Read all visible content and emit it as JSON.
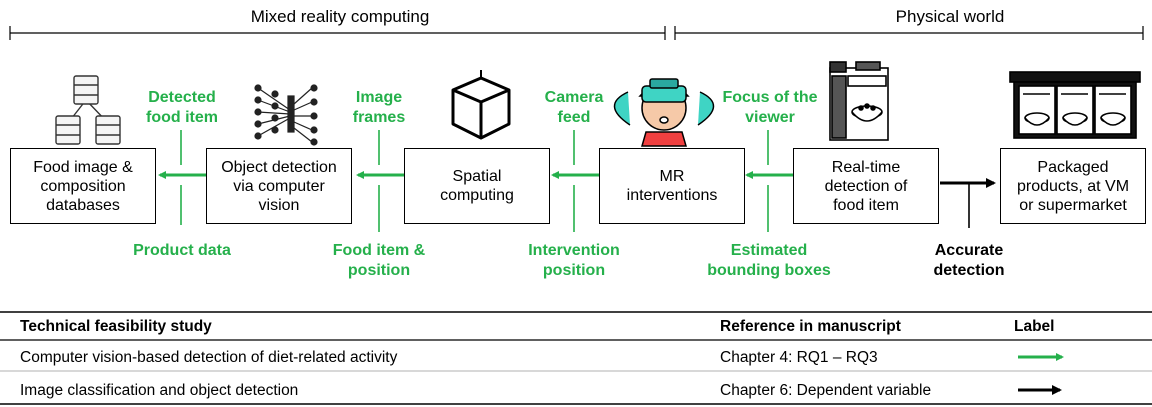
{
  "headers": {
    "mixed_reality": "Mixed reality computing",
    "physical_world": "Physical world"
  },
  "boxes": {
    "food_db": "Food image & composition databases",
    "object_detection": "Object detection via computer vision",
    "spatial": "Spatial computing",
    "mr_interventions": "MR interventions",
    "realtime": "Real-time detection of food item",
    "packaged": "Packaged products, at VM or supermarket"
  },
  "flow_labels": {
    "detected_food_item": "Detected food item",
    "image_frames": "Image frames",
    "camera_feed": "Camera feed",
    "focus_of_viewer": "Focus of the viewer",
    "product_data": "Product data",
    "food_item_position": "Food item & position",
    "intervention_position": "Intervention position",
    "estimated_bboxes": "Estimated bounding boxes",
    "accurate_detection": "Accurate detection"
  },
  "colors": {
    "green": "#25b04b",
    "black": "#000000"
  },
  "table": {
    "header": {
      "study": "Technical feasibility study",
      "reference": "Reference in manuscript",
      "label": "Label"
    },
    "rows": [
      {
        "study": "Computer vision-based detection of diet-related activity",
        "reference": "Chapter 4: RQ1 – RQ3",
        "arrow": "green"
      },
      {
        "study": "Image classification and object detection",
        "reference": "Chapter 6: Dependent variable",
        "arrow": "black"
      }
    ]
  }
}
